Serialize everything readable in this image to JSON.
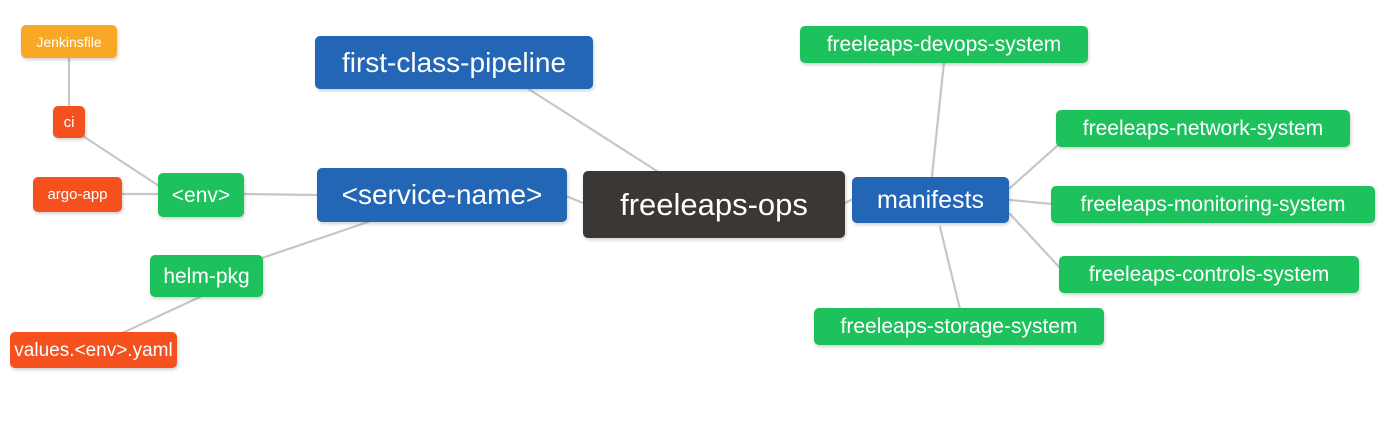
{
  "diagram": {
    "type": "mind-map",
    "root": "freeleaps-ops",
    "background_color": "#ffffff",
    "edge_color": "#c7c7c7",
    "palette": {
      "root": "#3b3734",
      "blue": "#2266b5",
      "green": "#1ec25c",
      "orange": "#f9a825",
      "red": "#f4511e"
    },
    "nodes": [
      {
        "id": "jenkinsfile",
        "label": "Jenkinsfile",
        "color": "#f9a825"
      },
      {
        "id": "ci",
        "label": "ci",
        "color": "#f4511e"
      },
      {
        "id": "argo-app",
        "label": "argo-app",
        "color": "#f4511e"
      },
      {
        "id": "env",
        "label": "<env>",
        "color": "#1ec25c"
      },
      {
        "id": "helm-pkg",
        "label": "helm-pkg",
        "color": "#1ec25c"
      },
      {
        "id": "values-yaml",
        "label": "values.<env>.yaml",
        "color": "#f4511e"
      },
      {
        "id": "service-name",
        "label": "<service-name>",
        "color": "#2266b5"
      },
      {
        "id": "first-class",
        "label": "first-class-pipeline",
        "color": "#2266b5"
      },
      {
        "id": "root",
        "label": "freeleaps-ops",
        "color": "#3b3734"
      },
      {
        "id": "manifests",
        "label": "manifests",
        "color": "#2266b5"
      },
      {
        "id": "devops",
        "label": "freeleaps-devops-system",
        "color": "#1ec25c"
      },
      {
        "id": "network",
        "label": "freeleaps-network-system",
        "color": "#1ec25c"
      },
      {
        "id": "monitoring",
        "label": "freeleaps-monitoring-system",
        "color": "#1ec25c"
      },
      {
        "id": "controls",
        "label": "freeleaps-controls-system",
        "color": "#1ec25c"
      },
      {
        "id": "storage",
        "label": "freeleaps-storage-system",
        "color": "#1ec25c"
      }
    ],
    "edges": [
      {
        "from": "jenkinsfile",
        "to": "ci"
      },
      {
        "from": "ci",
        "to": "env"
      },
      {
        "from": "argo-app",
        "to": "env"
      },
      {
        "from": "env",
        "to": "service-name"
      },
      {
        "from": "helm-pkg",
        "to": "service-name"
      },
      {
        "from": "values-yaml",
        "to": "helm-pkg"
      },
      {
        "from": "service-name",
        "to": "root"
      },
      {
        "from": "first-class",
        "to": "root"
      },
      {
        "from": "root",
        "to": "manifests"
      },
      {
        "from": "manifests",
        "to": "devops"
      },
      {
        "from": "manifests",
        "to": "network"
      },
      {
        "from": "manifests",
        "to": "monitoring"
      },
      {
        "from": "manifests",
        "to": "controls"
      },
      {
        "from": "manifests",
        "to": "storage"
      }
    ]
  }
}
